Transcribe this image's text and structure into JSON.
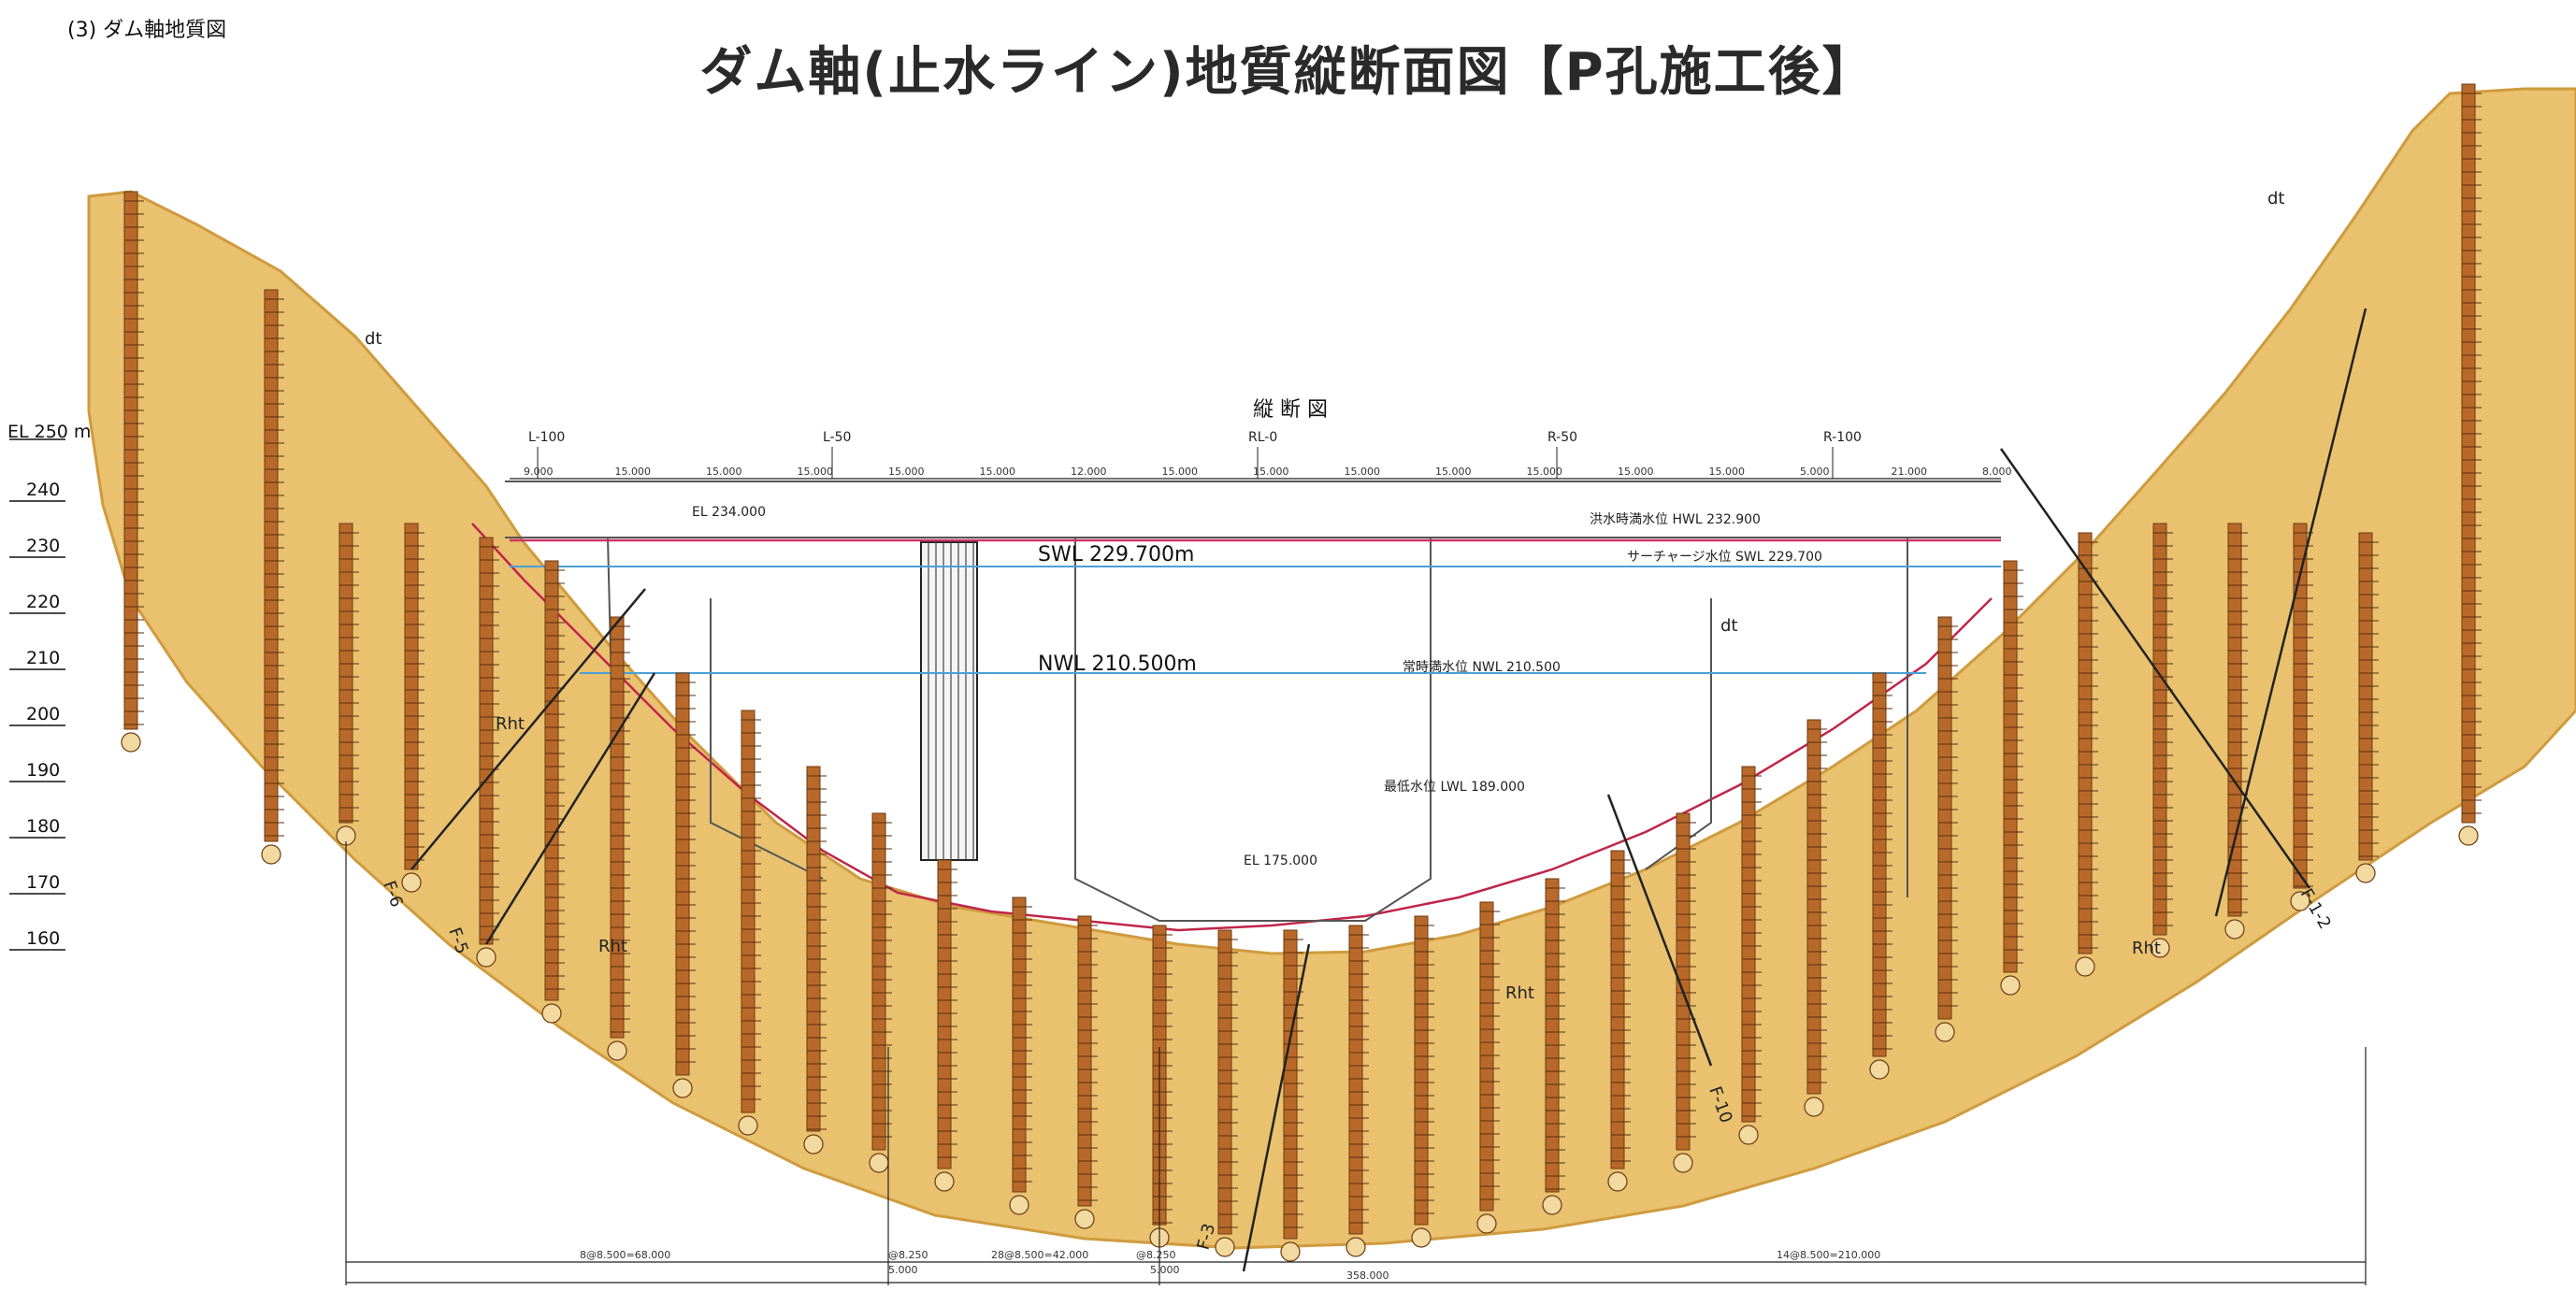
{
  "header": {
    "section_label": "(3) ダム軸地質図",
    "title": "ダム軸(止水ライン)地質縦断面図【P孔施工後】"
  },
  "axis": {
    "unit_label": "EL 250 m",
    "ticks": [
      "240",
      "230",
      "220",
      "210",
      "200",
      "190",
      "180",
      "170",
      "160"
    ]
  },
  "section_marks": [
    "L-100",
    "L-50",
    "RL-0",
    "R-50",
    "R-100"
  ],
  "view_label": "縦 断 図",
  "water_levels": {
    "swl": "SWL 229.700m",
    "nwl": "NWL 210.500m",
    "swl_right": "サーチャージ水位 SWL 229.700",
    "hwl": "洪水時満水位 HWL 232.900",
    "nwl_right": "常時満水位 NWL 210.500",
    "lwl": "最低水位 LWL 189.000",
    "el_foundation": "EL 175.000",
    "el_crest": "EL 234.000"
  },
  "faults": [
    "F-6",
    "F-5",
    "F-10",
    "F-1-2",
    "F-3"
  ],
  "geology_labels": [
    "dt",
    "Rht"
  ],
  "bottom_dims": {
    "left": "8@8.500=68.000",
    "mid": "28@8.500=42.000",
    "right": "14@8.500=210.000",
    "total": "358.000",
    "left_small": "5.000",
    "mid_small": "5.000",
    "left_small2": "@8.250",
    "mid_small2": "@8.250"
  },
  "spacings": [
    "9.000",
    "15.000",
    "15.000",
    "15.000",
    "15.000",
    "15.000",
    "12.000",
    "15.000",
    "15.000",
    "15.000",
    "15.000",
    "15.000",
    "15.000",
    "15.000",
    "5.000",
    "21.000",
    "8.000"
  ],
  "colors": {
    "rock_fill": "#e9c16f",
    "rock_edge": "#cf9b3e",
    "borehole": "#b8692a",
    "water_swl": "#cc3366",
    "water_nwl": "#4aa0d8",
    "dam_line": "#555555"
  }
}
